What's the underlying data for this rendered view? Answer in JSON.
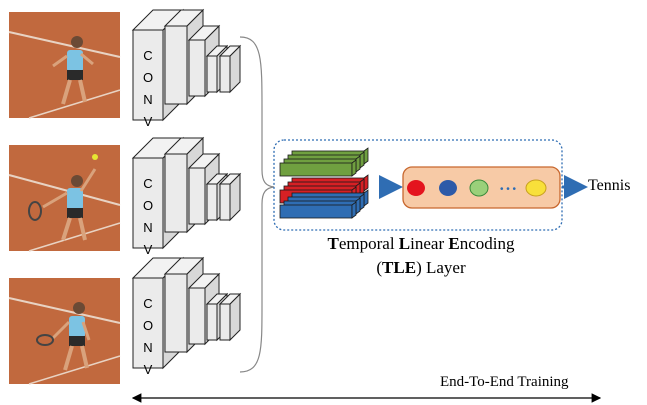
{
  "frames": [
    {
      "name": "frame-serve-stance",
      "pose": "stance"
    },
    {
      "name": "frame-serve-toss",
      "pose": "toss"
    },
    {
      "name": "frame-serve-follow",
      "pose": "follow"
    }
  ],
  "cnn": {
    "letters": [
      "C",
      "O",
      "N",
      "V"
    ]
  },
  "tle": {
    "caption_line1": [
      {
        "bold": "T",
        "rest": "emporal "
      },
      {
        "bold": "L",
        "rest": "inear "
      },
      {
        "bold": "E",
        "rest": "ncoding"
      }
    ],
    "caption_line2_open": "(",
    "caption_line2_bold": "TLE",
    "caption_line2_rest": ") Layer",
    "feature_colors": [
      "#70a040",
      "#d62024",
      "#2f6db3"
    ],
    "circle_colors": [
      "#e4141e",
      "#2d5aa8",
      "#9ad07a",
      "#f8e03a"
    ],
    "ellipsis": "• • •",
    "box_fill": "#f7caa6",
    "box_stroke": "#c8682f"
  },
  "output": {
    "label": "Tennis"
  },
  "training": {
    "label": "End-To-End Training"
  },
  "colors": {
    "arrow": "#2f6db3",
    "court": "#c1693e",
    "line": "#000000"
  }
}
